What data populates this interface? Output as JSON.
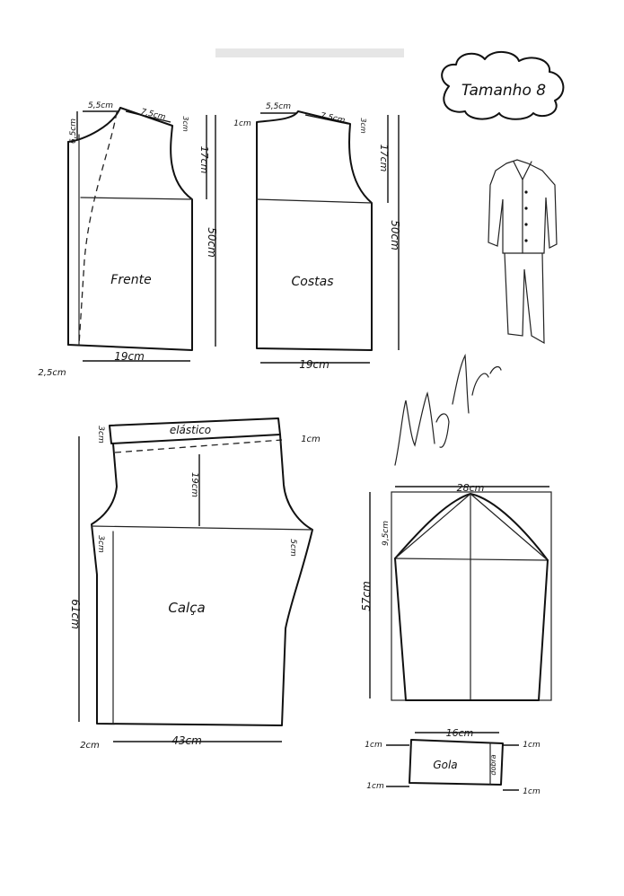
{
  "size_tag": "Tamanho 8",
  "signature": "Marlene Mukai",
  "front": {
    "label": "Frente",
    "dims": {
      "neck_height": "6,5cm",
      "neck_width": "5,5cm",
      "shoulder": "7,5cm",
      "shoulder_drop": "3cm",
      "armhole": "17cm",
      "length": "50cm",
      "width": "19cm",
      "facing": "2,5cm"
    }
  },
  "back": {
    "label": "Costas",
    "dims": {
      "neck_height": "1cm",
      "neck_width": "5,5cm",
      "shoulder": "7,5cm",
      "shoulder_drop": "3cm",
      "armhole": "17cm",
      "length": "50cm",
      "width": "19cm"
    }
  },
  "pants": {
    "label": "Calça",
    "dims": {
      "elastic_label": "elástico",
      "elastic_height": "3cm",
      "waist_drop": "1cm",
      "rise": "19cm",
      "crotch_front": "3cm",
      "crotch_back": "5cm",
      "length": "61cm",
      "width": "43cm",
      "hem": "2cm"
    }
  },
  "sleeve": {
    "dims": {
      "width": "28cm",
      "cap_height": "9,5cm",
      "length": "57cm"
    }
  },
  "collar": {
    "label": "Gola",
    "dims": {
      "width": "16cm",
      "left_top": "1cm",
      "left_bottom": "1cm",
      "right_top": "1cm",
      "right_bottom": "1cm",
      "fold": "dobra"
    }
  },
  "icons": [
    "pajama-figure-icon",
    "signature-icon"
  ]
}
